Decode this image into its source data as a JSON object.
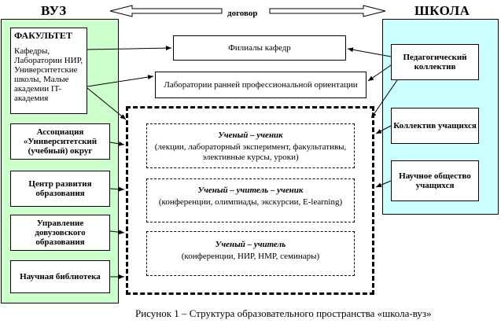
{
  "header": {
    "left_title": "ВУЗ",
    "center_label": "договор",
    "right_title": "ШКОЛА"
  },
  "vuz": {
    "faculty_title": "ФАКУЛЬТЕТ",
    "faculty_text": "Кафедры, Лаборатории НИР, Университетские школы, Малые академии IT-академия",
    "units": [
      "Ассоциация «Университетский (учебный) округ",
      "Центр развития образования",
      "Управление довузовского образования",
      "Научная библиотека"
    ]
  },
  "middle": {
    "branches": "Филиалы кафедр",
    "labs": "Лаборатории ранней профессиональной ориентации",
    "groups": [
      {
        "title": "Ученый – ученик",
        "body": "(лекции, лабораторный эксперимент, факультативы, элективные курсы, уроки)"
      },
      {
        "title": "Ученый – учитель – ученик",
        "body": "(конференции, олимпиады, экскурсии, E-learning)"
      },
      {
        "title": "Ученый – учитель",
        "body": "(конференции, НИР, НМР, семинары)"
      }
    ]
  },
  "school": {
    "units": [
      "Педагогический коллектив",
      "Коллектив учащихся",
      "Научное общество учащихся"
    ]
  },
  "caption": "Рисунок 1 – Структура образовательного пространства «школа-вуз»"
}
